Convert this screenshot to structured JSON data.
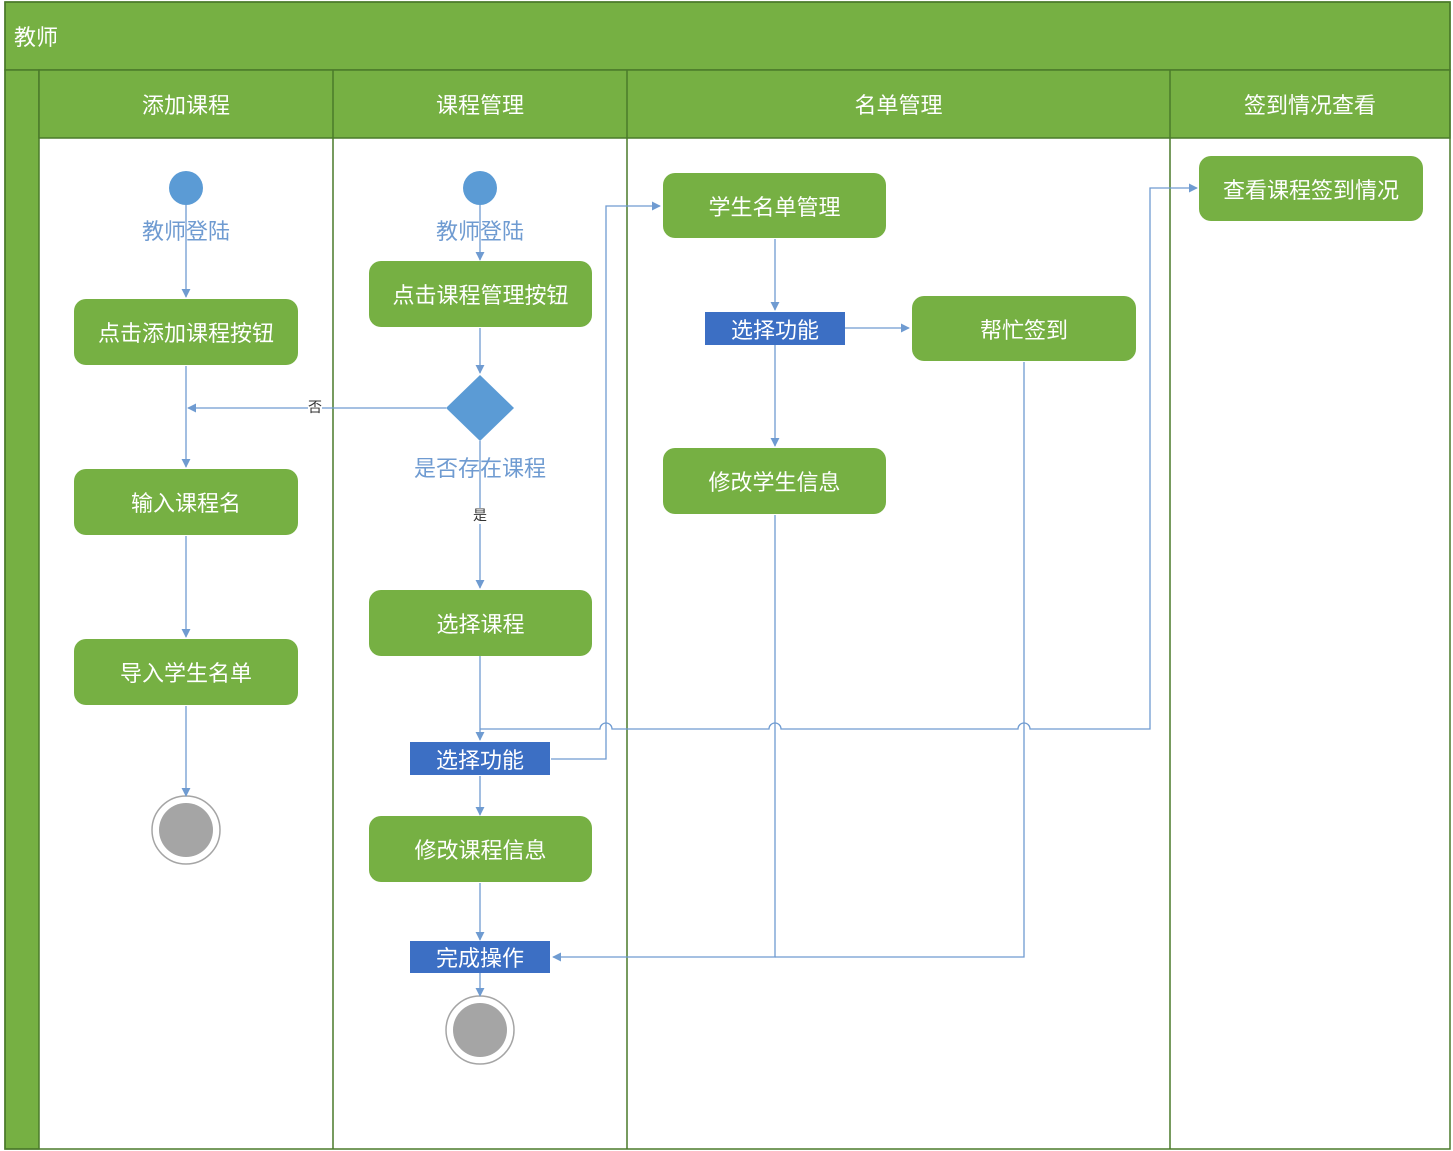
{
  "pool": {
    "title": "教师"
  },
  "lanes": [
    "添加课程",
    "课程管理",
    "名单管理",
    "签到情况查看"
  ],
  "start_labels": {
    "add_course": "教师登陆",
    "manage_course": "教师登陆"
  },
  "activities": {
    "click_add_course": "点击添加课程按钮",
    "input_course_name": "输入课程名",
    "import_students": "导入学生名单",
    "click_manage_course": "点击课程管理按钮",
    "select_course": "选择课程",
    "edit_course_info": "修改课程信息",
    "student_list_manage": "学生名单管理",
    "help_signin": "帮忙签到",
    "edit_student_info": "修改学生信息",
    "view_signin": "查看课程签到情况"
  },
  "decision": {
    "label": "是否存在课程",
    "no": "否",
    "yes": "是"
  },
  "bars": {
    "select_function_course": "选择功能",
    "select_function_roster": "选择功能",
    "complete": "完成操作"
  },
  "colors": {
    "header_green": "#76b043",
    "border_green": "#4a7a2a",
    "activity_green": "#76b043",
    "node_blue": "#5b9bd5",
    "bar_blue": "#3c6fc4",
    "flow_line": "#6f9bd1",
    "end_gray": "#a5a5a5"
  }
}
